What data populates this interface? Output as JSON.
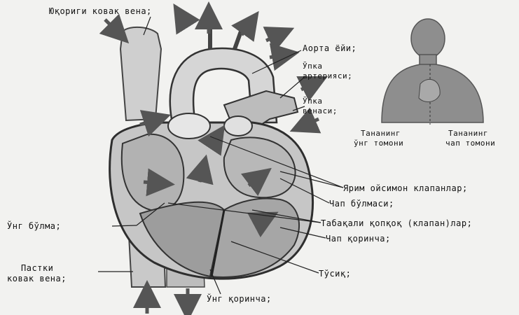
{
  "labels": {
    "superior_vena_cava": "Юқориги ковак вена;",
    "aorta": "Аорта ёйи;",
    "pulmonary_artery_1": "Ўпка",
    "pulmonary_artery_2": "артерияси;",
    "pulmonary_vein_1": "Ўпка",
    "pulmonary_vein_2": "венаси;",
    "body_right": "Тананинг",
    "body_right_2": "ўнг томони",
    "body_left": "Тананинг",
    "body_left_2": "чап томони",
    "semilunar_valves": "Ярим ойсимон клапанлар;",
    "left_atrium": "Чап бўлмаси;",
    "right_atrium": "Ўнг бўлма;",
    "leaflet_valves": "Табақали қопқоқ (клапан)лар;",
    "left_ventricle": "Чап қоринча;",
    "inferior_vena_cava_1": "Пастки",
    "inferior_vena_cava_2": "ковак вена;",
    "septum": "Тўсиқ;",
    "right_ventricle": "Ўнг қоринча;"
  }
}
